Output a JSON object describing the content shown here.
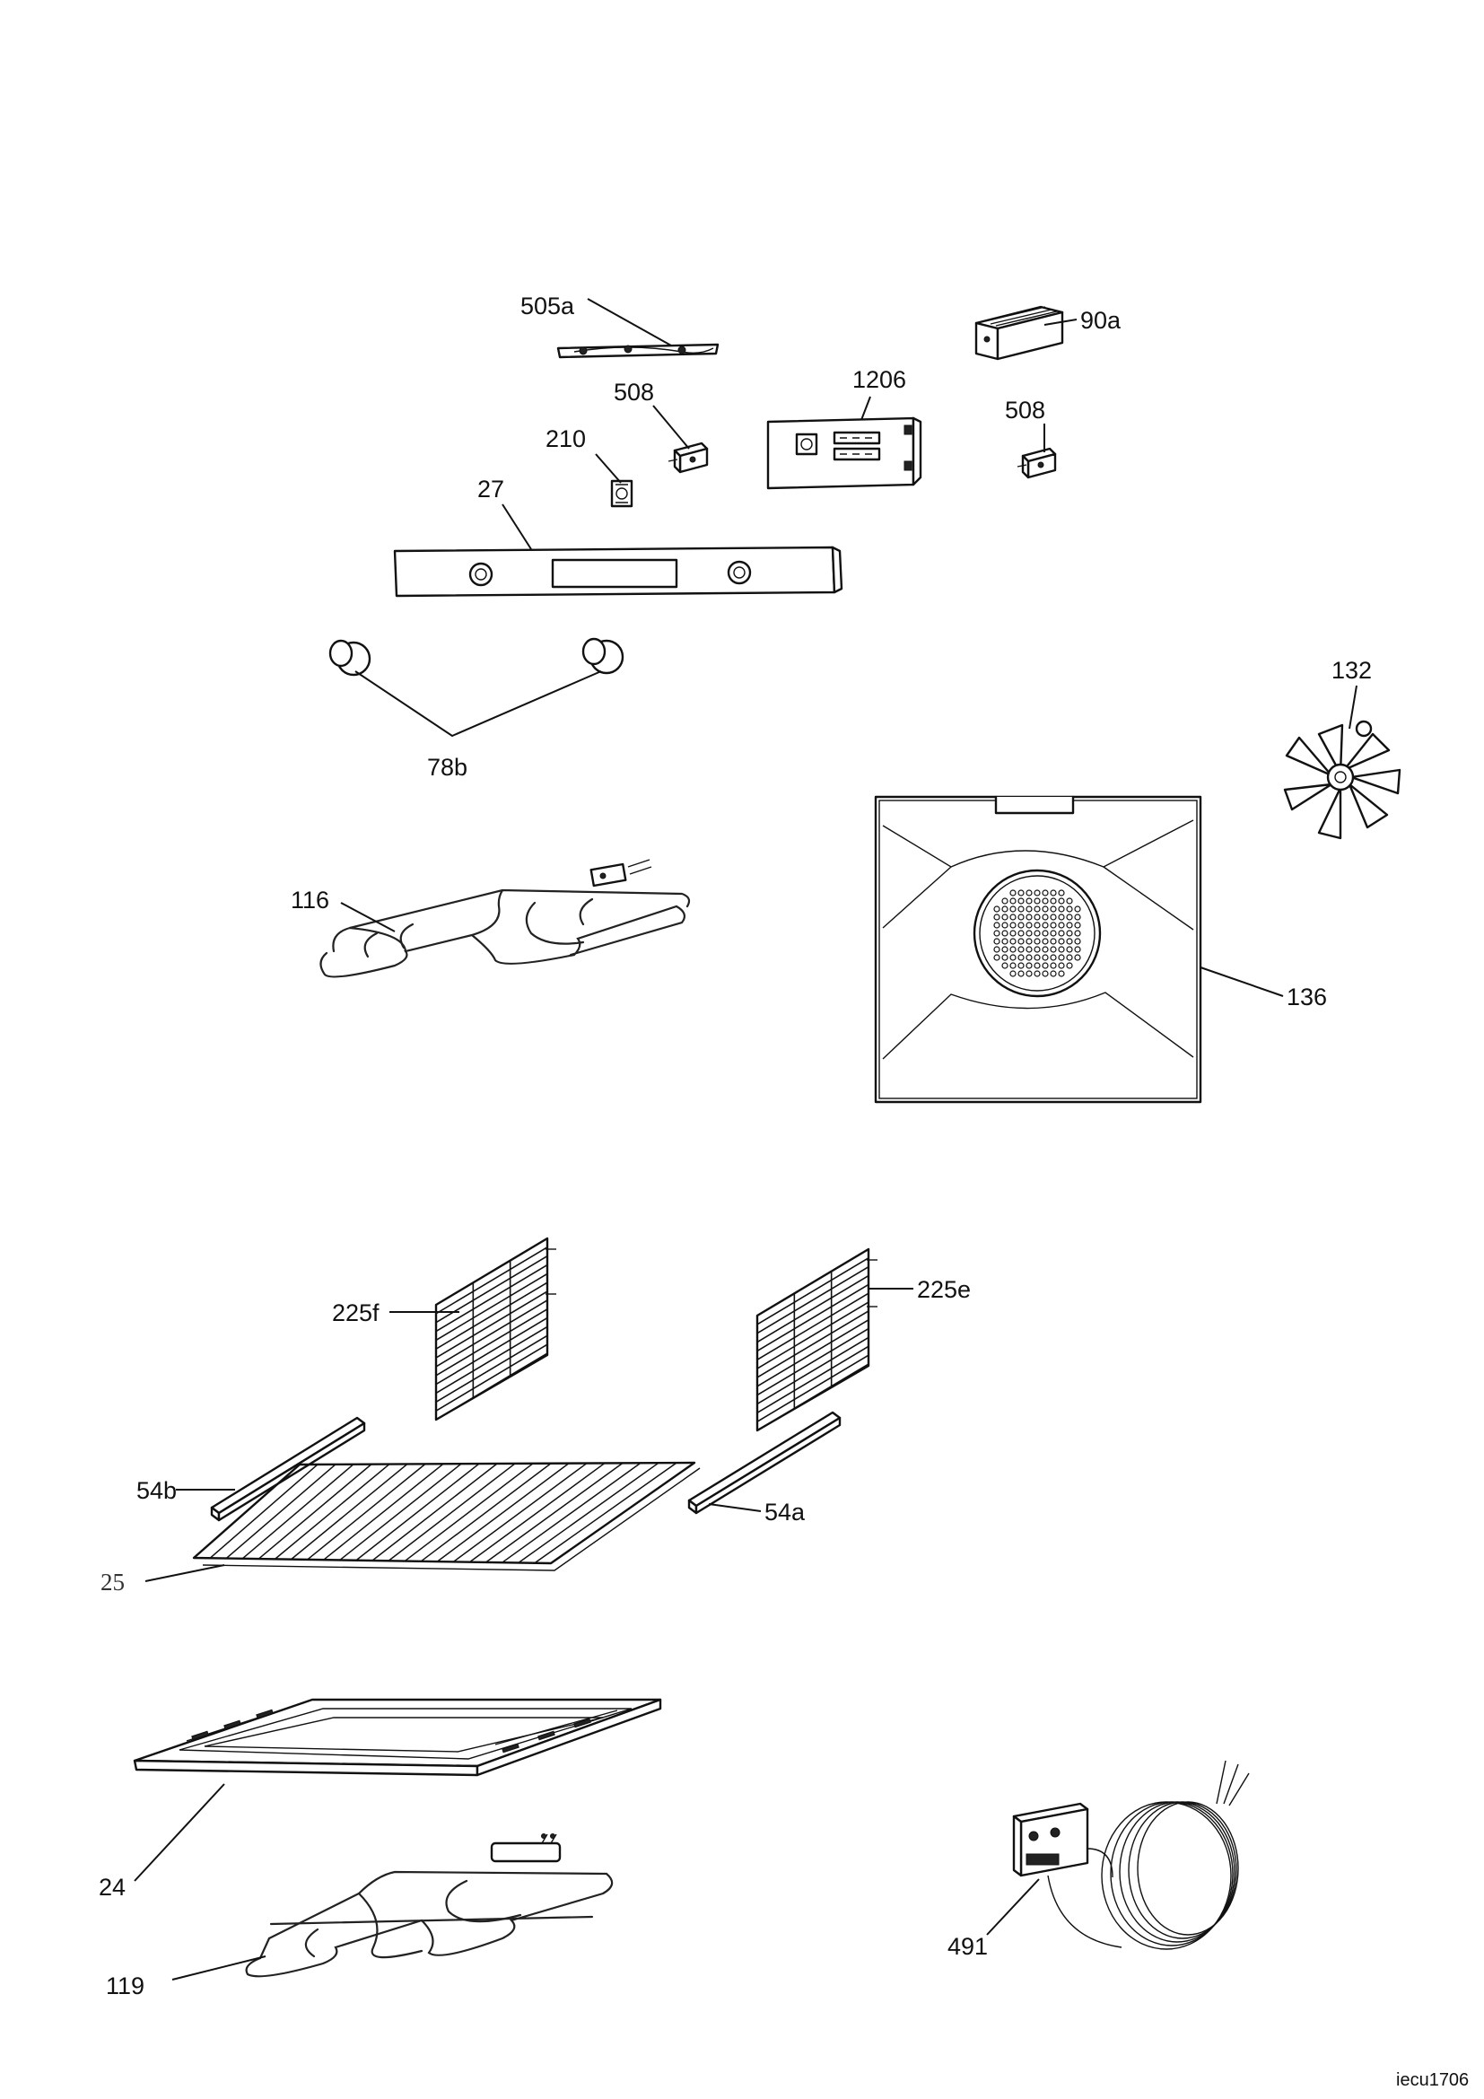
{
  "labels": {
    "p505a": "505a",
    "p90a": "90a",
    "p1206": "1206",
    "p508_left": "508",
    "p508_right": "508",
    "p210": "210",
    "p27": "27",
    "p78b": "78b",
    "p132": "132",
    "p116": "116",
    "p136": "136",
    "p225f": "225f",
    "p225e": "225e",
    "p54b": "54b",
    "p54a": "54a",
    "p25": "25",
    "p24": "24",
    "p119": "119",
    "p491": "491"
  },
  "footer": {
    "code": "iecu1706"
  }
}
